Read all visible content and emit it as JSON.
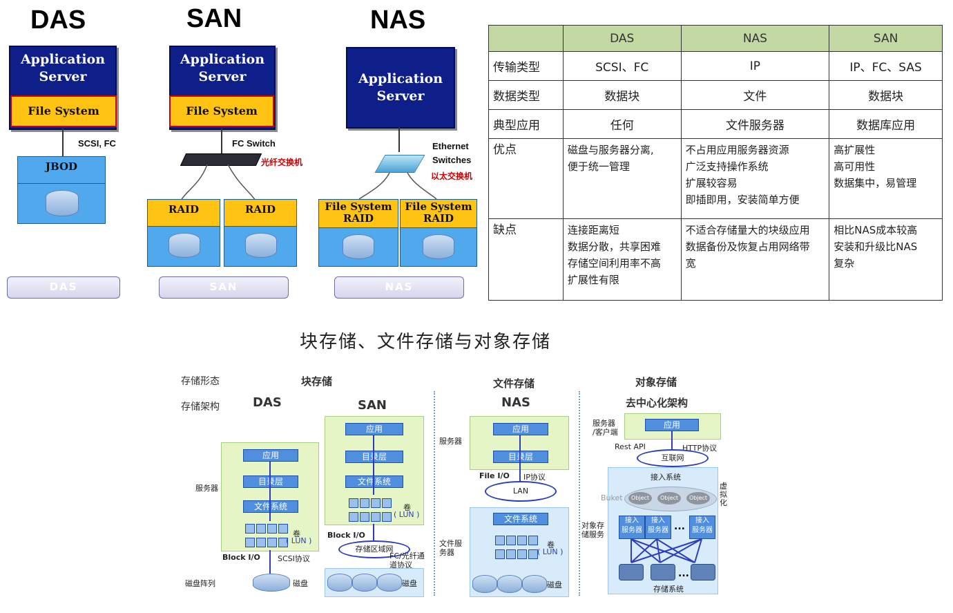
{
  "top_titles": {
    "das": "DAS",
    "san": "SAN",
    "nas": "NAS"
  },
  "das": {
    "app": "Application Server",
    "fs": "File System",
    "link": "SCSI, FC",
    "jbod": "JBOD",
    "tab": "DAS"
  },
  "san": {
    "app": "Application Server",
    "fs": "File System",
    "switch_en": "FC Switch",
    "switch_cn": "光纤交换机",
    "raid1": "RAID",
    "raid2": "RAID",
    "tab": "SAN"
  },
  "nas": {
    "app": "Application Server",
    "switch_en1": "Ethernet",
    "switch_en2": "Switches",
    "switch_cn": "以太交换机",
    "raid1_a": "File System",
    "raid1_b": "RAID",
    "raid2_a": "File System",
    "raid2_b": "RAID",
    "tab": "NAS"
  },
  "table": {
    "headers": [
      "",
      "DAS",
      "NAS",
      "SAN"
    ],
    "rows": [
      {
        "label": "传输类型",
        "das": "SCSI、FC",
        "nas": "IP",
        "san": "IP、FC、SAS"
      },
      {
        "label": "数据类型",
        "das": "数据块",
        "nas": "文件",
        "san": "数据块"
      },
      {
        "label": "典型应用",
        "das": "任何",
        "nas": "文件服务器",
        "san": "数据库应用"
      },
      {
        "label": "优点",
        "das": [
          "磁盘与服务器分离,",
          "便于统一管理"
        ],
        "nas": [
          "不占用应用服务器资源",
          "广泛支持操作系统",
          "扩展较容易",
          "即插即用，安装简单方便"
        ],
        "san": [
          "高扩展性",
          "高可用性",
          "数据集中，易管理"
        ]
      },
      {
        "label": "缺点",
        "das": [
          "连接距离短",
          "数据分散，共享困难",
          "存储空间利用率不高",
          "扩展性有限"
        ],
        "nas": [
          "不适合存储量大的块级应用",
          "数据备份及恢复占用网络带",
          "宽"
        ],
        "san": [
          "相比NAS成本较高",
          "安装和升级比NAS",
          "复杂"
        ]
      }
    ]
  },
  "caption": "块存储、文件存储与对象存储",
  "bottom": {
    "row_form": "存储形态",
    "row_arch": "存储架构",
    "block": "块存储",
    "file": "文件存储",
    "object": "对象存储",
    "das": "DAS",
    "san": "SAN",
    "nas": "NAS",
    "decentral": "去中心化架构",
    "server": "服务器",
    "server_client": [
      "服务器",
      "/客户端"
    ],
    "app": "应用",
    "catalog": "目录层",
    "fs": "文件系统",
    "volume": "卷",
    "lun": "( LUN )",
    "block_io": "Block I/O",
    "scsi": "SCSI协议",
    "disk_array": "磁盘阵列",
    "disk": "磁盘",
    "san_net": "存储区域网",
    "fc_proto": [
      "FC/光纤通",
      "道协议"
    ],
    "file_io": "File I/O",
    "ip_proto": "IP协议",
    "lan": "LAN",
    "file_server": [
      "文件服",
      "务器"
    ],
    "rest": "Rest API",
    "http": "HTTP协议",
    "internet": "互联网",
    "access_sys": "接入系统",
    "bucket": "Buket",
    "object_word": "Object",
    "virtual": [
      "虚",
      "拟",
      "化"
    ],
    "obj_service": [
      "对象存",
      "储服务"
    ],
    "access_server": [
      "接入",
      "服务器"
    ],
    "dots": "...",
    "storage_sys": "存储系统"
  }
}
